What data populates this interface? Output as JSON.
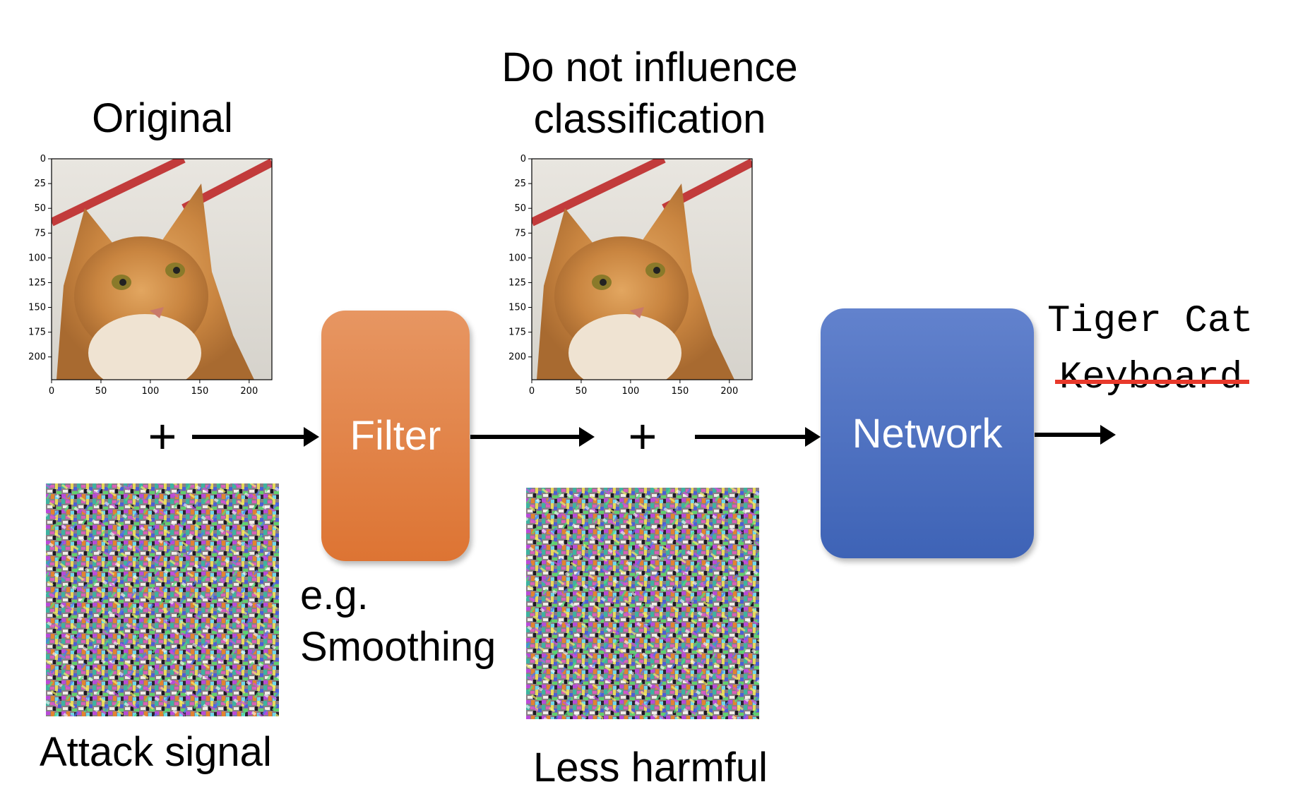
{
  "labels": {
    "original": "Original",
    "no_influence_line1": "Do not influence",
    "no_influence_line2": "classification",
    "attack_signal": "Attack signal",
    "less_harmful": "Less harmful",
    "eg_line1": "e.g.",
    "eg_line2": "Smoothing"
  },
  "blocks": {
    "filter": "Filter",
    "network": "Network"
  },
  "symbols": {
    "plus": "+"
  },
  "output": {
    "correct": "Tiger Cat",
    "wrong": "Keyboard"
  },
  "plot_ticks": {
    "y": [
      "0",
      "25",
      "50",
      "75",
      "100",
      "125",
      "150",
      "175",
      "200"
    ],
    "x": [
      "0",
      "50",
      "100",
      "150",
      "200"
    ]
  },
  "colors": {
    "filter": "#e07a3c",
    "network": "#4a6cc0",
    "strike": "#e8392b",
    "arrow": "#000000"
  }
}
